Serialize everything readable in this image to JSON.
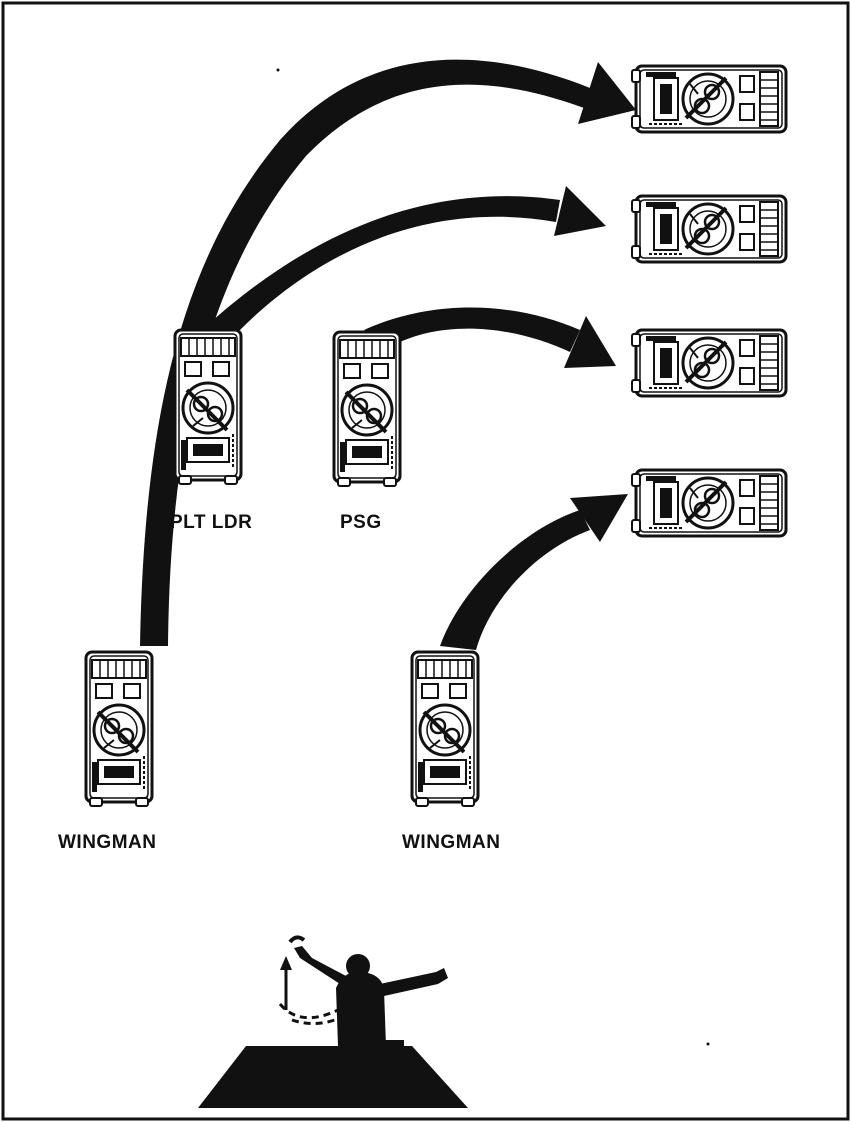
{
  "labels": {
    "plt_ldr": "PLT LDR",
    "psg": "PSG",
    "wingman_left": "WINGMAN",
    "wingman_right": "WINGMAN"
  },
  "colors": {
    "ink": "#111111",
    "paper": "#ffffff"
  },
  "icons": {
    "tank": "tank-top-view-icon",
    "signaler": "soldier-arm-signal-icon"
  }
}
